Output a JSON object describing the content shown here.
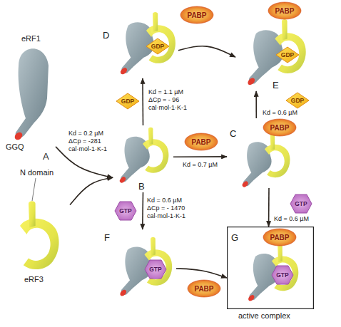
{
  "diagram": {
    "nodes": [
      {
        "text": [
          "D"
        ]
      },
      {
        "text": [
          "GDP"
        ],
        "in": 0
      },
      {
        "text": [
          "PABP"
        ]
      },
      {
        "text": [
          "E"
        ]
      },
      {
        "text": [
          "PABP"
        ],
        "in": 3
      },
      {
        "text": [
          "GDP"
        ],
        "in": 3
      },
      {
        "text": [
          "eRF1",
          "GGQ"
        ]
      },
      {
        "text": [
          "B"
        ]
      },
      {
        "text": [
          "GDP"
        ]
      },
      {
        "text": [
          "PABP"
        ]
      },
      {
        "text": [
          "C"
        ]
      },
      {
        "text": [
          "PABP"
        ],
        "in": 10
      },
      {
        "text": [
          "GDP"
        ]
      },
      {
        "text": [
          "GTP"
        ]
      },
      {
        "text": [
          "GTP"
        ]
      },
      {
        "text": [
          "N domain",
          "eRF3"
        ]
      },
      {
        "text": [
          "F"
        ]
      },
      {
        "text": [
          "GTP"
        ],
        "in": 16
      },
      {
        "text": [
          "PABP"
        ]
      },
      {
        "text": [
          "G",
          "active complex"
        ]
      },
      {
        "text": [
          "PABP"
        ],
        "in": 19
      },
      {
        "text": [
          "GTP"
        ],
        "in": 19
      }
    ],
    "edges": [
      {
        "from": 6,
        "to": 7,
        "arrow": "to",
        "label": "Kd = 0.2 µM ΔCp = -281 cal·mol-1·K-1"
      },
      {
        "from": 15,
        "to": 7,
        "arrow": "to"
      },
      {
        "from": 7,
        "to": 0,
        "arrow": "to",
        "label": "Kd = 1.1 µM ΔCp = - 96 cal·mol-1·K-1"
      },
      {
        "from": 0,
        "to": 3,
        "arrow": "to"
      },
      {
        "from": 7,
        "to": 10,
        "arrow": "to",
        "label": "Kd = 0.7 µM"
      },
      {
        "from": 10,
        "to": 3,
        "arrow": "to",
        "label": "Kd = 0.6 µM"
      },
      {
        "from": 7,
        "to": 16,
        "arrow": "to",
        "label": "Kd = 0.6 µM ΔCp = - 1470 cal·mol-1·K-1"
      },
      {
        "from": 10,
        "to": 19,
        "arrow": "to",
        "label": "Kd = 0.6 µM"
      },
      {
        "from": 16,
        "to": 19,
        "arrow": "to"
      }
    ],
    "labels": [
      "A"
    ]
  }
}
